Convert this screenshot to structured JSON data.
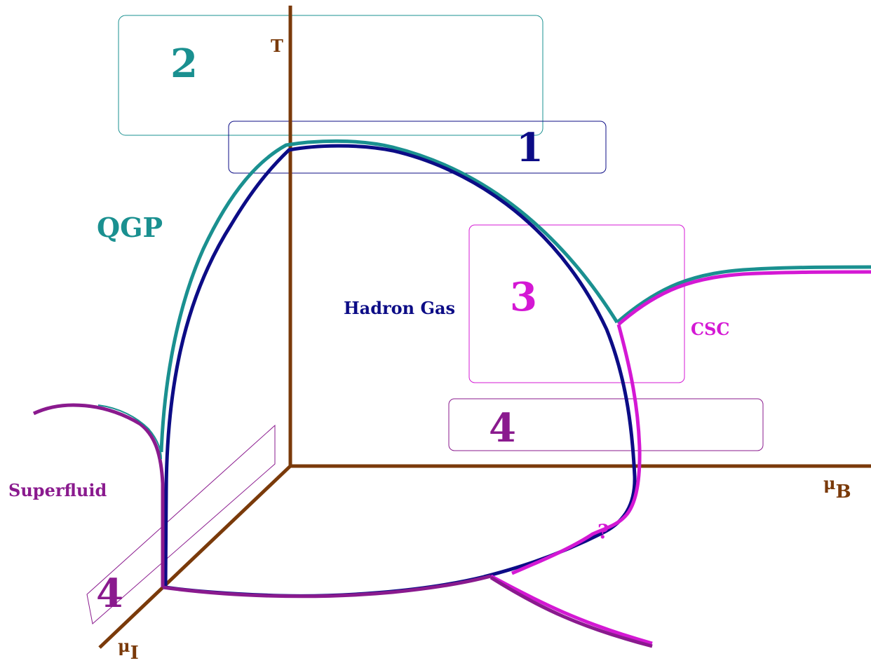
{
  "axes": {
    "temperature": "T",
    "baryon_mu": "μ",
    "baryon_sub": "B",
    "isospin_mu": "μ",
    "isospin_sub": "I"
  },
  "phases": {
    "qgp": "QGP",
    "hadron_gas": "Hadron Gas",
    "csc": "CSC",
    "superfluid": "Superfluid"
  },
  "regions": {
    "r1": "1",
    "r2": "2",
    "r3": "3",
    "r4_front": "4",
    "r4_side": "4"
  },
  "question_mark": "?",
  "colors": {
    "axis": "#7a3a0a",
    "teal": "#1a9090",
    "navy": "#0c0c86",
    "magenta": "#d418d4",
    "purple": "#8a1a8e"
  }
}
